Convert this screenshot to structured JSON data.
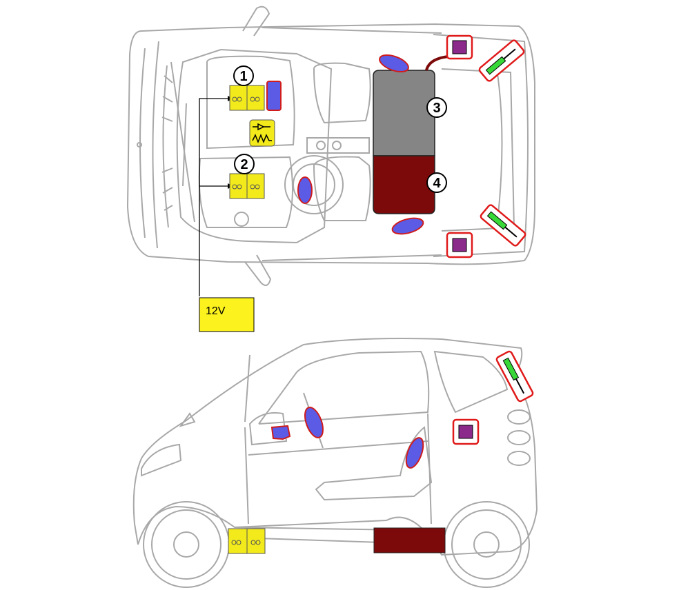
{
  "callouts": {
    "c1": "1",
    "c2": "2",
    "c3": "3",
    "c4": "4"
  },
  "voltage_label": "12V",
  "colors": {
    "outline": "#a8a8a8",
    "battery_yellow": "#f2ea1a",
    "airbag_blue": "#5b5be6",
    "airbag_border": "#d01c1c",
    "hv_dark_red": "#7d0a0a",
    "hv_grey": "#858585",
    "sensor_purple": "#8c2a8c",
    "warning_border": "#e01a1a",
    "gas_strut_green": "#39d839",
    "label_box_yellow": "#fbf21e"
  },
  "icons": {
    "battery": "battery-icon",
    "fuse_connector": "fuse-resistor-icon",
    "airbag": "airbag-icon",
    "crash_sensor": "crash-sensor-icon",
    "gas_strut": "gas-strut-icon",
    "high_voltage_battery": "high-voltage-battery-icon"
  }
}
